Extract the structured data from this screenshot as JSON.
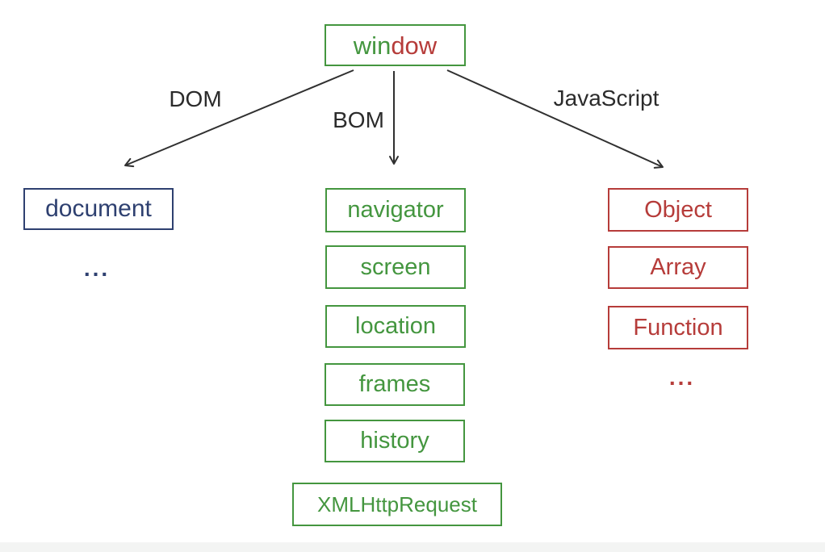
{
  "palette": {
    "green": "#44963f",
    "red": "#b63c3a",
    "navy": "#2e4070",
    "ink": "#2b2b2b",
    "arrow": "#303030",
    "footer": "#f3f4f3"
  },
  "root": {
    "part_green": "win",
    "part_red": "dow"
  },
  "branches": {
    "dom_label": "DOM",
    "bom_label": "BOM",
    "js_label": "JavaScript"
  },
  "dom_column": {
    "items": [
      "document"
    ],
    "ellipsis": "..."
  },
  "bom_column": {
    "items": [
      "navigator",
      "screen",
      "location",
      "frames",
      "history",
      "XMLHttpRequest"
    ]
  },
  "js_column": {
    "items": [
      "Object",
      "Array",
      "Function"
    ],
    "ellipsis": "..."
  }
}
